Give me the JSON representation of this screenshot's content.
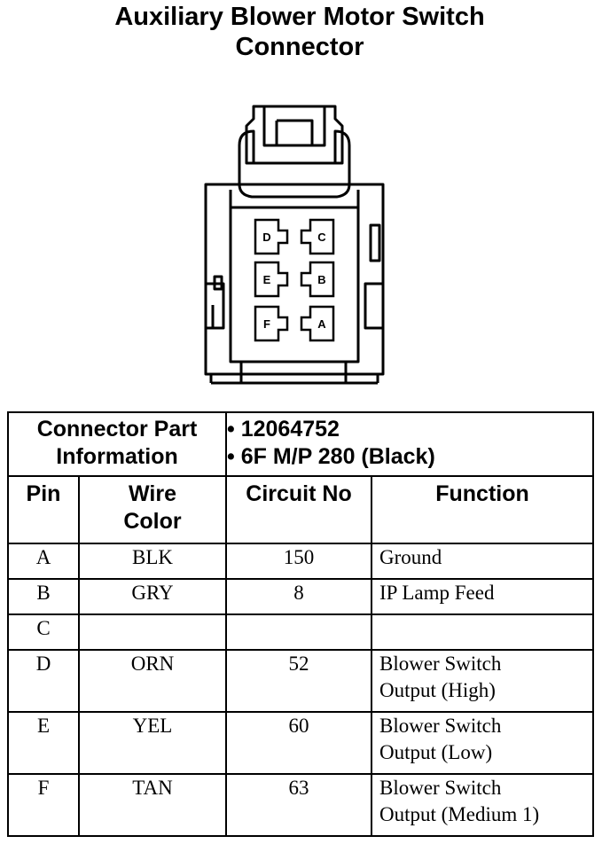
{
  "title": {
    "line1": "Auxiliary Blower Motor Switch",
    "line2": "Connector"
  },
  "connector_pins": [
    "D",
    "C",
    "E",
    "B",
    "F",
    "A"
  ],
  "part_info": {
    "label_line1": "Connector Part",
    "label_line2": "Information",
    "value_line1": "• 12064752",
    "value_line2": "• 6F M/P 280 (Black)"
  },
  "columns": {
    "pin": "Pin",
    "wire_color_line1": "Wire",
    "wire_color_line2": "Color",
    "circuit": "Circuit No",
    "function": "Function"
  },
  "rows": [
    {
      "pin": "A",
      "color": "BLK",
      "circuit": "150",
      "function_line1": "Ground",
      "function_line2": ""
    },
    {
      "pin": "B",
      "color": "GRY",
      "circuit": "8",
      "function_line1": "IP Lamp Feed",
      "function_line2": ""
    },
    {
      "pin": "C",
      "color": "",
      "circuit": "",
      "function_line1": "",
      "function_line2": ""
    },
    {
      "pin": "D",
      "color": "ORN",
      "circuit": "52",
      "function_line1": "Blower Switch",
      "function_line2": "Output (High)"
    },
    {
      "pin": "E",
      "color": "YEL",
      "circuit": "60",
      "function_line1": "Blower Switch",
      "function_line2": "Output (Low)"
    },
    {
      "pin": "F",
      "color": "TAN",
      "circuit": "63",
      "function_line1": "Blower Switch",
      "function_line2": "Output (Medium 1)"
    }
  ]
}
